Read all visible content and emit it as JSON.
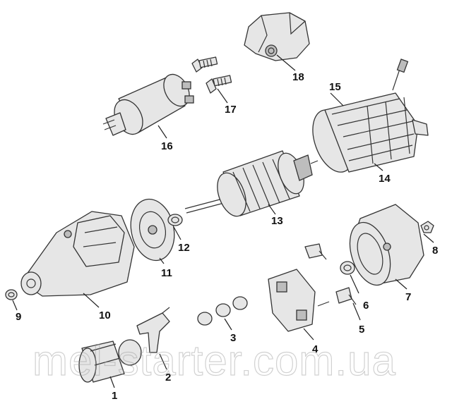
{
  "diagram": {
    "watermark": "mel-starter.com.ua",
    "callouts": {
      "c1": "1",
      "c2": "2",
      "c3": "3",
      "c4": "4",
      "c5": "5",
      "c6": "6",
      "c7": "7",
      "c8": "8",
      "c9": "9",
      "c10": "10",
      "c11": "11",
      "c12": "12",
      "c13": "13",
      "c14": "14",
      "c15": "15",
      "c16": "16",
      "c17": "17",
      "c18": "18"
    }
  }
}
